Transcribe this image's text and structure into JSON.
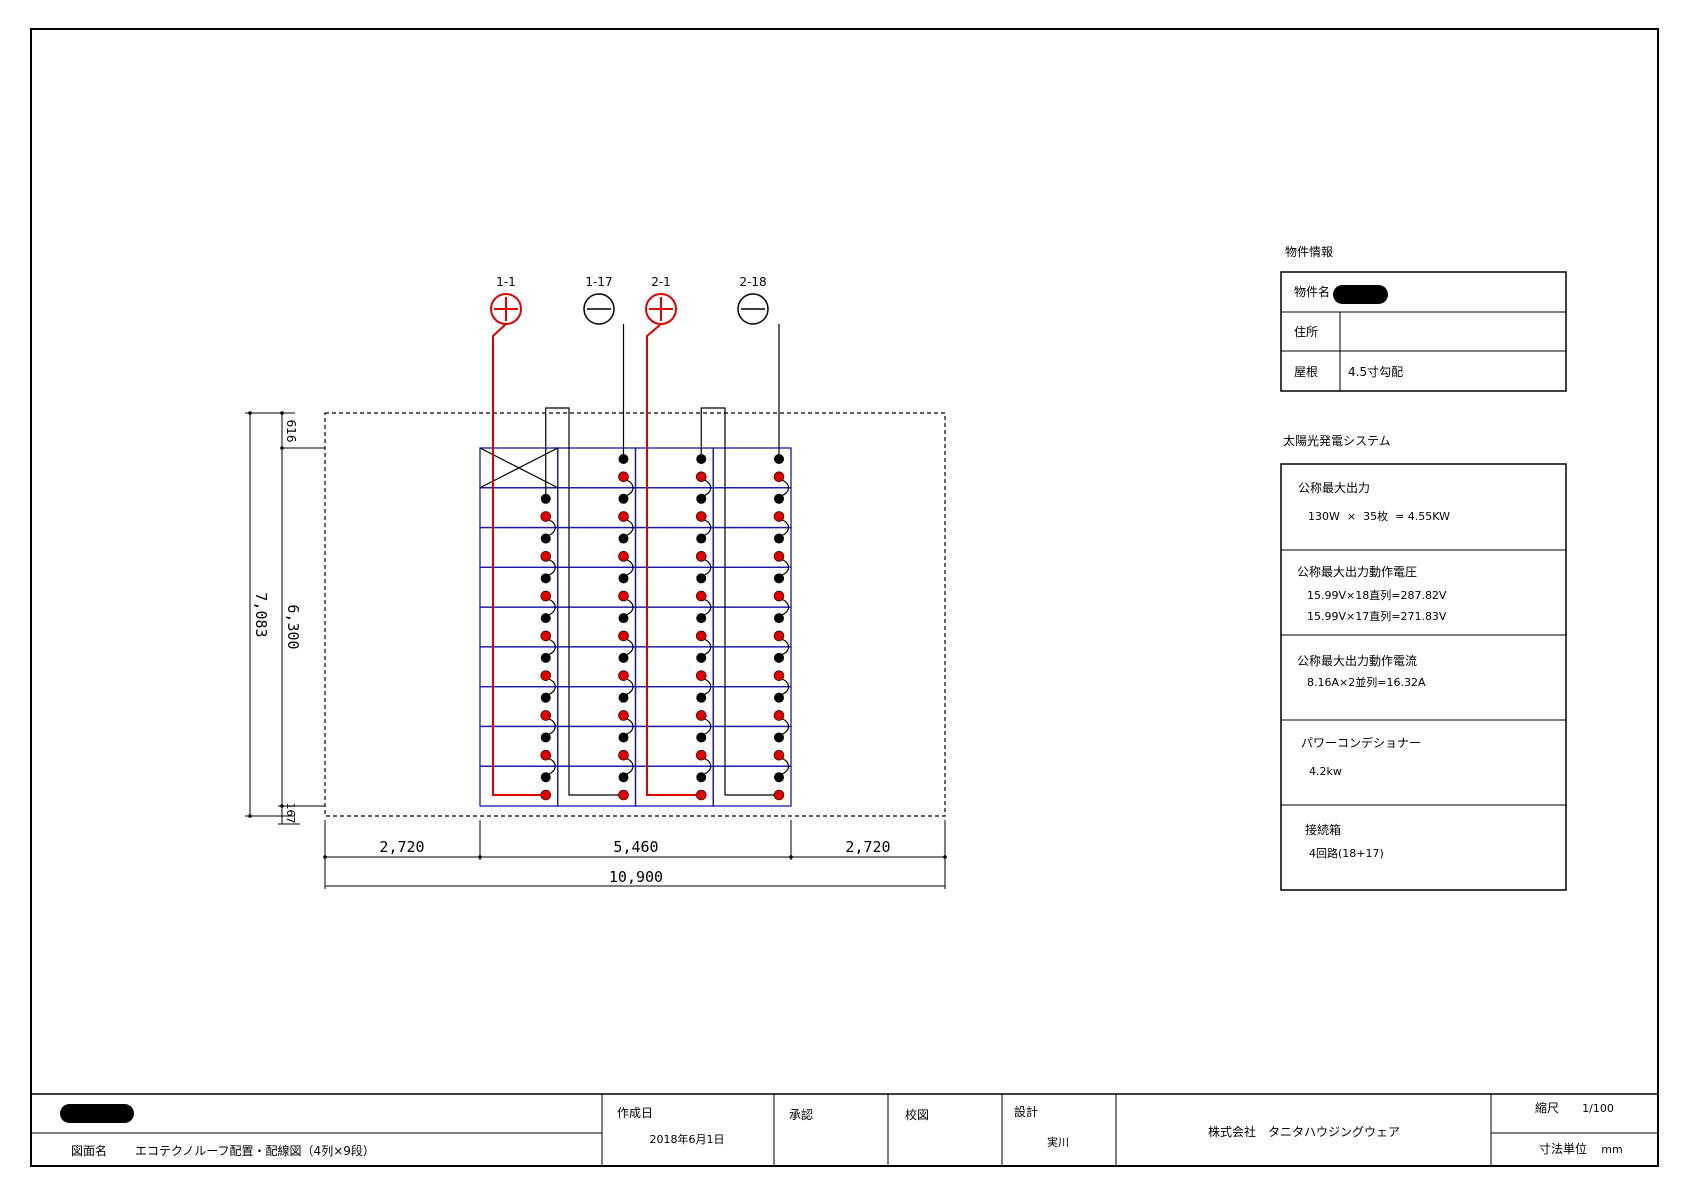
{
  "drawing": {
    "terminals": [
      {
        "label": "1-1",
        "polarity": "plus"
      },
      {
        "label": "1-17",
        "polarity": "minus"
      },
      {
        "label": "2-1",
        "polarity": "plus"
      },
      {
        "label": "2-18",
        "polarity": "minus"
      }
    ],
    "dimensions": {
      "bottom_segments": [
        "2,720",
        "5,460",
        "2,720"
      ],
      "bottom_total": "10,900",
      "left_total": "7,083",
      "left_segments": [
        "616",
        "6,300",
        "167"
      ]
    },
    "layout": {
      "columns": 4,
      "rows": 9,
      "panel_count": 35
    },
    "colors": {
      "plus": "#e00000",
      "minus": "#000000",
      "panel_grid": "#1a1aa6",
      "dashed": "#000000"
    }
  },
  "property_info": {
    "heading": "物件情報",
    "rows": [
      {
        "label": "物件名",
        "value": ""
      },
      {
        "label": "住所",
        "value": ""
      },
      {
        "label": "屋根",
        "value": "4.5寸勾配"
      }
    ]
  },
  "pv_system": {
    "heading": "太陽光発電システム",
    "sections": [
      {
        "title": "公称最大出力",
        "lines": [
          "130W  ×  35枚  = 4.55KW"
        ]
      },
      {
        "title": "公称最大出力動作電圧",
        "lines": [
          "15.99V×18直列=287.82V",
          "15.99V×17直列=271.83V"
        ]
      },
      {
        "title": "公称最大出力動作電流",
        "lines": [
          "8.16A×2並列=16.32A"
        ]
      },
      {
        "title": "パワーコンデショナー",
        "lines": [
          "4.2kw"
        ]
      },
      {
        "title": "接続箱",
        "lines": [
          "4回路(18+17)"
        ]
      }
    ]
  },
  "title_block": {
    "drawing_name_label": "図面名",
    "drawing_name": "エコテクノルーフ配置・配線図（4列×9段）",
    "created_label": "作成日",
    "created_date": "2018年6月1日",
    "approval_label": "承認",
    "check_label": "校図",
    "design_label": "設計",
    "designer": "実川",
    "company": "株式会社　タニタハウジングウェア",
    "scale_label": "縮尺",
    "scale_value": "1/100",
    "unit_label": "寸法単位",
    "unit_value": "mm"
  }
}
